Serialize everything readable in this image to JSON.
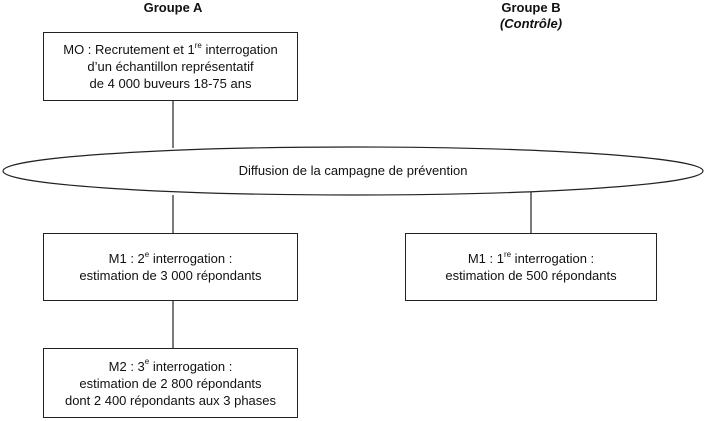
{
  "groups": {
    "a": {
      "title": "Groupe A"
    },
    "b": {
      "title": "Groupe B",
      "subtitle": "(Contrôle)"
    }
  },
  "boxes": {
    "m0": {
      "line1_pre": "MO : Recrutement et 1",
      "line1_sup": "re",
      "line1_post": " interrogation",
      "line2": "d’un échantillon représentatif",
      "line3": "de 4 000 buveurs 18-75 ans"
    },
    "m1a": {
      "line1_pre": "M1 : 2",
      "line1_sup": "e",
      "line1_post": " interrogation :",
      "line2": "estimation de 3 000 répondants"
    },
    "m1b": {
      "line1_pre": "M1 : 1",
      "line1_sup": "re",
      "line1_post": " interrogation :",
      "line2": "estimation de 500 répondants"
    },
    "m2": {
      "line1_pre": "M2 : 3",
      "line1_sup": "e",
      "line1_post": " interrogation :",
      "line2": "estimation de 2 800 répondants",
      "line3": "dont 2 400 répondants aux 3 phases"
    }
  },
  "campaign": {
    "label": "Diffusion de la campagne de prévention"
  }
}
